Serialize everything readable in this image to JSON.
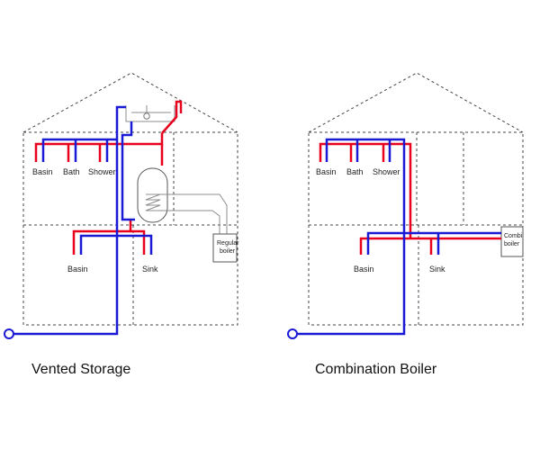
{
  "diagrams": [
    {
      "caption": "Vented Storage",
      "fixtures_upper": [
        "Basin",
        "Bath",
        "Shower"
      ],
      "fixtures_lower": [
        "Basin",
        "Sink"
      ],
      "boiler_label_1": "Regular",
      "boiler_label_2": "boiler"
    },
    {
      "caption": "Combination Boiler",
      "fixtures_upper": [
        "Basin",
        "Bath",
        "Shower"
      ],
      "fixtures_lower": [
        "Basin",
        "Sink"
      ],
      "boiler_label_1": "Combi",
      "boiler_label_2": "boiler"
    }
  ],
  "colors": {
    "hot_water": "#e8001c",
    "cold_water": "#1a1ad6",
    "outline": "#444444"
  }
}
